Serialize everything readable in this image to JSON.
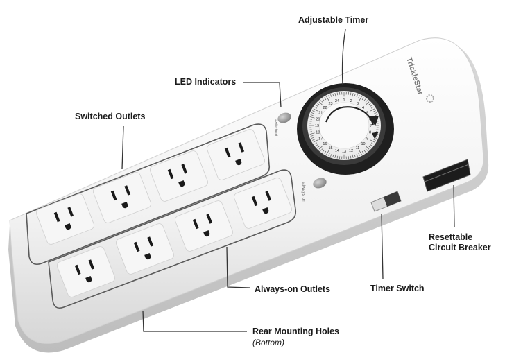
{
  "labels": {
    "adjustable_timer": "Adjustable Timer",
    "led_indicators": "LED Indicators",
    "switched_outlets": "Switched Outlets",
    "always_on_outlets": "Always-on Outlets",
    "timer_switch": "Timer Switch",
    "breaker_line1": "Resettable",
    "breaker_line2": "Circuit Breaker",
    "rear_mounting": "Rear Mounting Holes",
    "rear_mounting_sub": "(Bottom)"
  },
  "device": {
    "brand": "TrickleStar",
    "panel_switched": "switched",
    "panel_always_on": "always on",
    "switched_outlet_count": 4,
    "always_on_outlet_count": 4
  },
  "timer_dial": {
    "hour_numbers": [
      "1",
      "2",
      "3",
      "4",
      "5",
      "6",
      "7",
      "8",
      "9",
      "10",
      "11",
      "12",
      "13",
      "14",
      "15",
      "16",
      "17",
      "18",
      "19",
      "20",
      "21",
      "22",
      "23",
      "24"
    ]
  },
  "colors": {
    "body": "#f2f2f2",
    "body_shadow": "#c9c9c9",
    "outline": "#5a5a5a",
    "dial_ring": "#2a2a2a",
    "led": "#9a9a9a",
    "callout": "#333333"
  }
}
